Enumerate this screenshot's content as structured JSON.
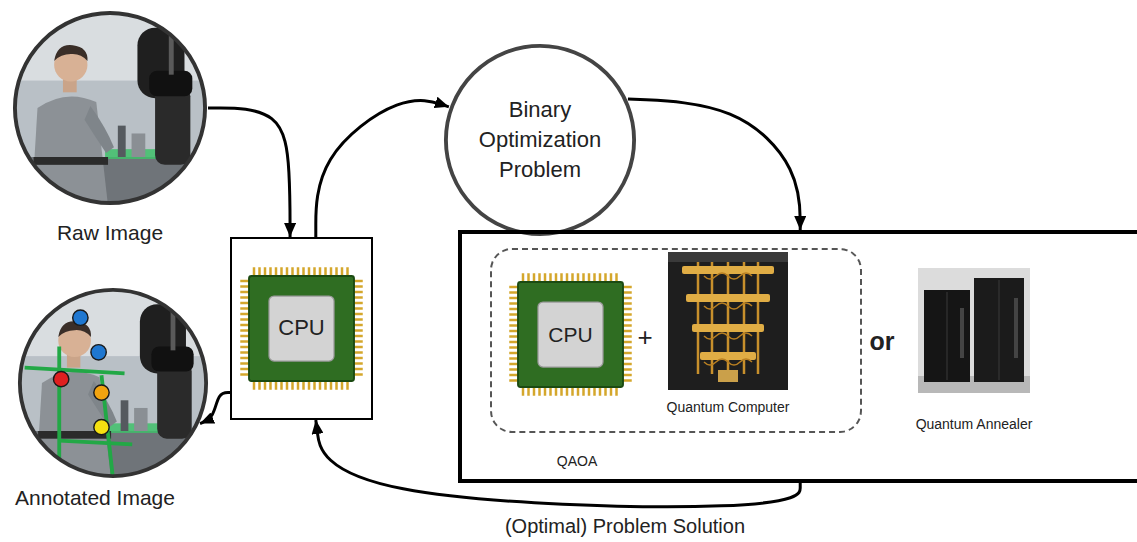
{
  "diagram": {
    "nodes": [
      {
        "text": [
          "Raw Image"
        ]
      },
      {
        "text": [
          "CPU"
        ]
      },
      {
        "text": [
          "Annotated Image"
        ]
      },
      {
        "text": [
          "Binary Optimization Problem"
        ]
      },
      {
        "text": [
          "or"
        ]
      },
      {
        "text": [
          "QAOA"
        ],
        "in": 4
      },
      {
        "text": [
          "CPU"
        ],
        "in": 5
      },
      {
        "text": [
          "Quantum Computer"
        ],
        "in": 5
      },
      {
        "text": [
          "Quantum Annealer"
        ],
        "in": 4
      }
    ],
    "edges": [
      {
        "from": 0,
        "to": 1,
        "arrow": "to"
      },
      {
        "from": 1,
        "to": 3,
        "arrow": "to"
      },
      {
        "from": 3,
        "to": 4,
        "arrow": "to"
      },
      {
        "from": 4,
        "to": 1,
        "label": "(Optimal) Problem Solution",
        "arrow": "to"
      },
      {
        "from": 1,
        "to": 2,
        "arrow": "to"
      }
    ],
    "labels": [
      "+"
    ]
  }
}
